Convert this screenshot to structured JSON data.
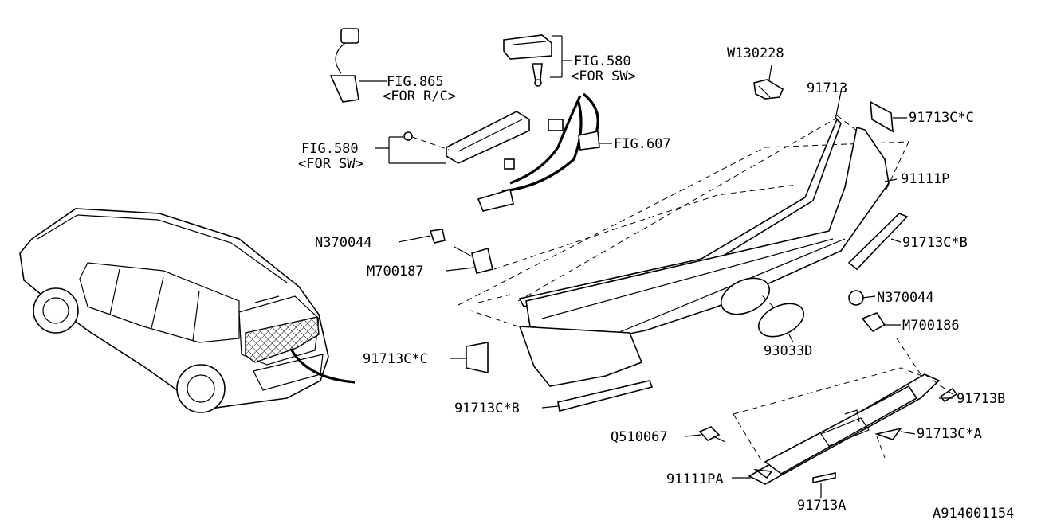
{
  "labels": {
    "fig865": "FIG.865",
    "fig865_note": "<FOR R/C>",
    "fig580_top": "FIG.580",
    "fig580_top_note": "<FOR SW>",
    "fig580_left": "FIG.580",
    "fig580_left_note": "<FOR SW>",
    "fig607": "FIG.607",
    "w130228": "W130228",
    "p91713": "91713",
    "p91713c_c_right": "91713C*C",
    "p91111p": "91111P",
    "p91713c_b_right": "91713C*B",
    "n370044_left": "N370044",
    "m700187": "M700187",
    "n370044_right": "N370044",
    "m700186": "M700186",
    "p93033d": "93033D",
    "p91713c_c_left": "91713C*C",
    "p91713c_b_left": "91713C*B",
    "p91713b": "91713B",
    "q510067": "Q510067",
    "p91713c_a": "91713C*A",
    "p91111pa": "91111PA",
    "p91713a": "91713A",
    "diagram_id": "A914001154"
  }
}
